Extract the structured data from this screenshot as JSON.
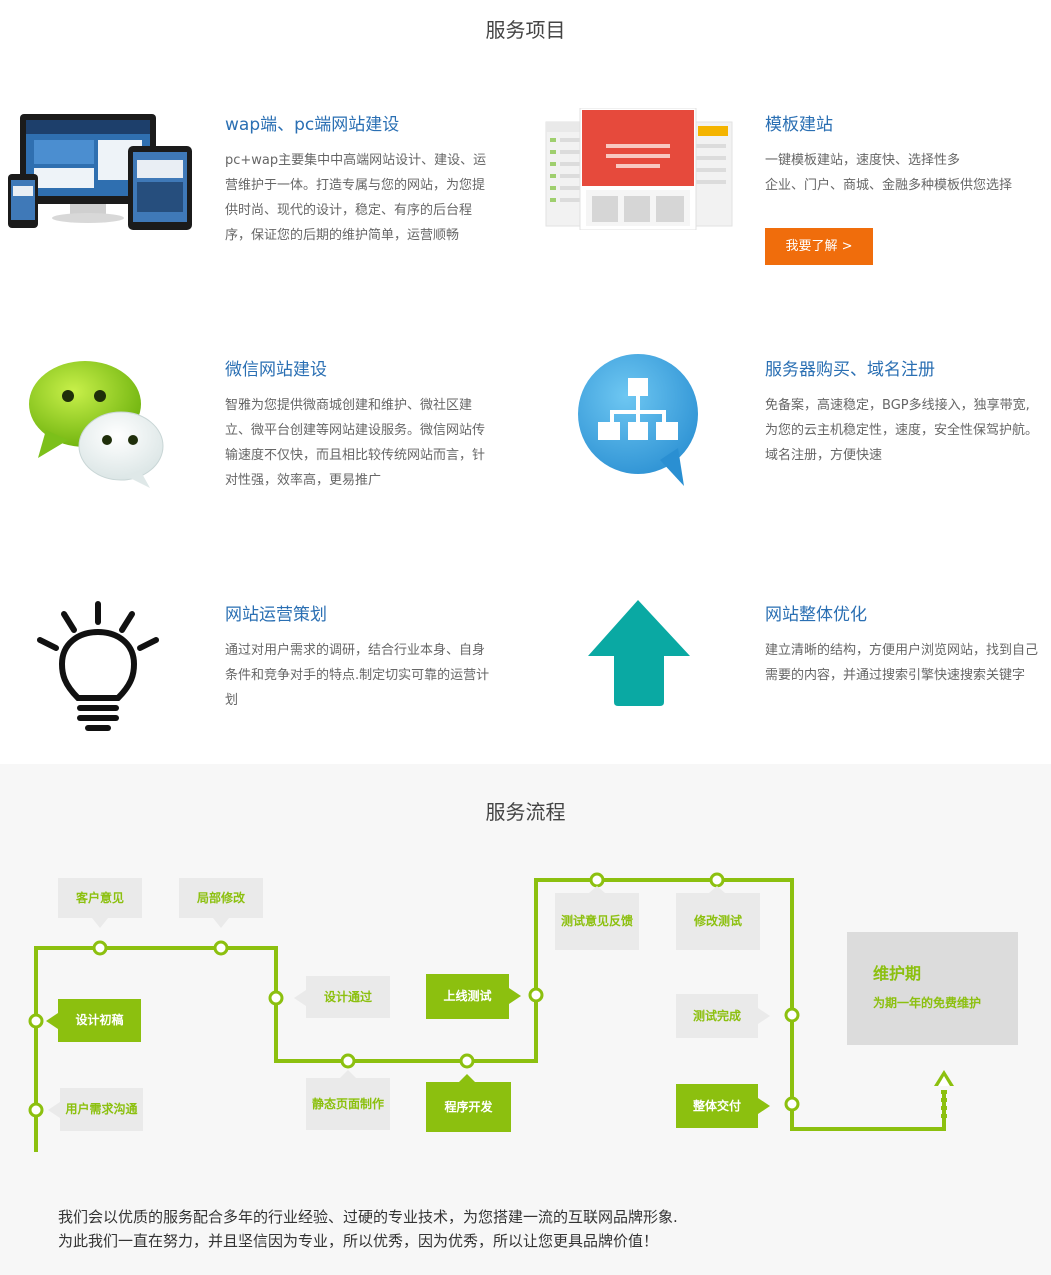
{
  "services": {
    "title": "服务项目",
    "items": [
      {
        "title": "wap端、pc端网站建设",
        "desc": "pc+wap主要集中中高端网站设计、建设、运营维护于一体。打造专属与您的网站，为您提供时尚、现代的设计，稳定、有序的后台程序，保证您的后期的维护简单，运营顺畅",
        "icon": "responsive-devices-icon"
      },
      {
        "title": "模板建站",
        "desc1": "一键模板建站，速度快、选择性多",
        "desc2": "企业、门户、商城、金融多种模板供您选择",
        "button": "我要了解 >",
        "icon": "template-pages-icon"
      },
      {
        "title": "微信网站建设",
        "desc": "智雅为您提供微商城创建和维护、微社区建立、微平台创建等网站建设服务。微信网站传输速度不仅快，而且相比较传统网站而言，针对性强，效率高，更易推广",
        "icon": "wechat-icon"
      },
      {
        "title": "服务器购买、域名注册",
        "desc": "免备案，高速稳定，BGP多线接入，独享带宽,为您的云主机稳定性，速度，安全性保驾护航。域名注册，方便快速",
        "icon": "sitemap-bubble-icon"
      },
      {
        "title": "网站运营策划",
        "desc": "通过对用户需求的调研，结合行业本身、自身条件和竞争对手的特点.制定切实可靠的运营计划",
        "icon": "lightbulb-icon"
      },
      {
        "title": "网站整体优化",
        "desc": "建立清晰的结构，方便用户浏览网站，找到自己需要的内容，并通过搜索引擎快速搜索关键字",
        "icon": "arrow-up-icon"
      }
    ]
  },
  "process": {
    "title": "服务流程",
    "steps": {
      "customer_feedback": "客户意见",
      "partial_revision": "局部修改",
      "initial_design": "设计初稿",
      "requirement_comm": "用户需求沟通",
      "design_approved": "设计通过",
      "static_pages": "静态页面制作",
      "online_testing": "上线测试",
      "development": "程序开发",
      "test_feedback": "测试意见反馈",
      "revise_test": "修改测试",
      "test_complete": "测试完成",
      "delivery": "整体交付"
    },
    "maintenance": {
      "title": "维护期",
      "subtitle": "为期一年的免费维护"
    },
    "colors": {
      "accent": "#8cc00f",
      "light_box": "#eaeaea",
      "maintenance_box": "#dcdcdc"
    }
  },
  "footer": {
    "line1": "我们会以优质的服务配合多年的行业经验、过硬的专业技术，为您搭建一流的互联网品牌形象.",
    "line2": "为此我们一直在努力，并且坚信因为专业，所以优秀，因为优秀，所以让您更具品牌价值！"
  }
}
